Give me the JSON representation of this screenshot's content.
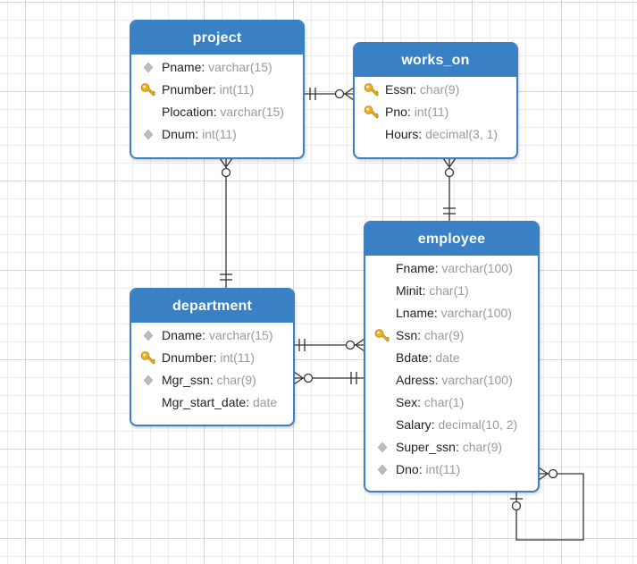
{
  "entities": {
    "project": {
      "title": "project",
      "fields": [
        {
          "name": "Pname",
          "type": "varchar(15)",
          "icon": "diamond-icon"
        },
        {
          "name": "Pnumber",
          "type": "int(11)",
          "icon": "key-icon"
        },
        {
          "name": "Plocation",
          "type": "varchar(15)",
          "icon": "none"
        },
        {
          "name": "Dnum",
          "type": "int(11)",
          "icon": "diamond-icon"
        }
      ]
    },
    "works_on": {
      "title": "works_on",
      "fields": [
        {
          "name": "Essn",
          "type": "char(9)",
          "icon": "key-icon"
        },
        {
          "name": "Pno",
          "type": "int(11)",
          "icon": "key-icon"
        },
        {
          "name": "Hours",
          "type": "decimal(3, 1)",
          "icon": "none"
        }
      ]
    },
    "department": {
      "title": "department",
      "fields": [
        {
          "name": "Dname",
          "type": "varchar(15)",
          "icon": "diamond-icon"
        },
        {
          "name": "Dnumber",
          "type": "int(11)",
          "icon": "key-icon"
        },
        {
          "name": "Mgr_ssn",
          "type": "char(9)",
          "icon": "diamond-icon"
        },
        {
          "name": "Mgr_start_date",
          "type": "date",
          "icon": "none"
        }
      ]
    },
    "employee": {
      "title": "employee",
      "fields": [
        {
          "name": "Fname",
          "type": "varchar(100)",
          "icon": "none"
        },
        {
          "name": "Minit",
          "type": "char(1)",
          "icon": "none"
        },
        {
          "name": "Lname",
          "type": "varchar(100)",
          "icon": "none"
        },
        {
          "name": "Ssn",
          "type": "char(9)",
          "icon": "key-icon"
        },
        {
          "name": "Bdate",
          "type": "date",
          "icon": "none"
        },
        {
          "name": "Adress",
          "type": "varchar(100)",
          "icon": "none"
        },
        {
          "name": "Sex",
          "type": "char(1)",
          "icon": "none"
        },
        {
          "name": "Salary",
          "type": "decimal(10, 2)",
          "icon": "none"
        },
        {
          "name": "Super_ssn",
          "type": "char(9)",
          "icon": "diamond-icon"
        },
        {
          "name": "Dno",
          "type": "int(11)",
          "icon": "diamond-icon"
        }
      ]
    }
  },
  "relationships": [
    {
      "from": "project",
      "from_end": "one-only",
      "to": "works_on",
      "to_end": "zero-or-many"
    },
    {
      "from": "works_on",
      "from_end": "zero-or-many",
      "to": "employee",
      "to_end": "one-only"
    },
    {
      "from": "project",
      "from_end": "zero-or-many",
      "to": "department",
      "to_end": "one-only"
    },
    {
      "from": "department",
      "from_end": "one-only",
      "to": "employee",
      "to_end": "zero-or-many"
    },
    {
      "from": "department",
      "from_end": "zero-or-many",
      "to": "employee",
      "to_end": "one-only"
    },
    {
      "from": "employee",
      "from_end": "zero-or-many",
      "to": "employee",
      "to_end": "zero-or-one"
    }
  ],
  "colors": {
    "header": "#3a80c4",
    "header_text": "#ffffff",
    "field_type": "#9a9a9a",
    "key": "#f2b01e",
    "diamond": "#bdbdbd",
    "line": "#333333"
  }
}
